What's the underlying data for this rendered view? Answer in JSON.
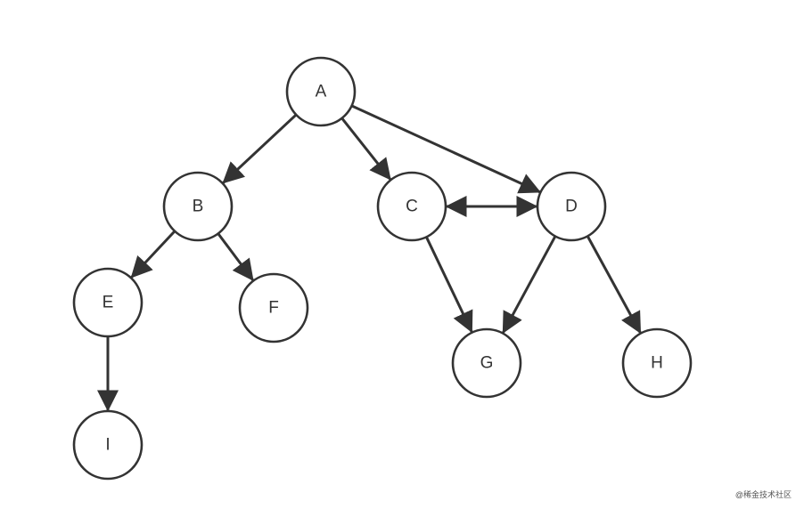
{
  "graph": {
    "nodes": [
      {
        "id": "A",
        "label": "A"
      },
      {
        "id": "B",
        "label": "B"
      },
      {
        "id": "C",
        "label": "C"
      },
      {
        "id": "D",
        "label": "D"
      },
      {
        "id": "E",
        "label": "E"
      },
      {
        "id": "F",
        "label": "F"
      },
      {
        "id": "G",
        "label": "G"
      },
      {
        "id": "H",
        "label": "H"
      },
      {
        "id": "I",
        "label": "I"
      }
    ],
    "edges": [
      {
        "from": "A",
        "to": "B"
      },
      {
        "from": "A",
        "to": "C"
      },
      {
        "from": "A",
        "to": "D"
      },
      {
        "from": "C",
        "to": "D",
        "bidirectional": true
      },
      {
        "from": "B",
        "to": "E"
      },
      {
        "from": "B",
        "to": "F"
      },
      {
        "from": "E",
        "to": "I"
      },
      {
        "from": "C",
        "to": "G"
      },
      {
        "from": "D",
        "to": "G"
      },
      {
        "from": "D",
        "to": "H"
      }
    ],
    "colors": {
      "stroke": "#333333",
      "fill": "#ffffff",
      "text": "#333333"
    }
  },
  "watermark": "@稀金技术社区"
}
